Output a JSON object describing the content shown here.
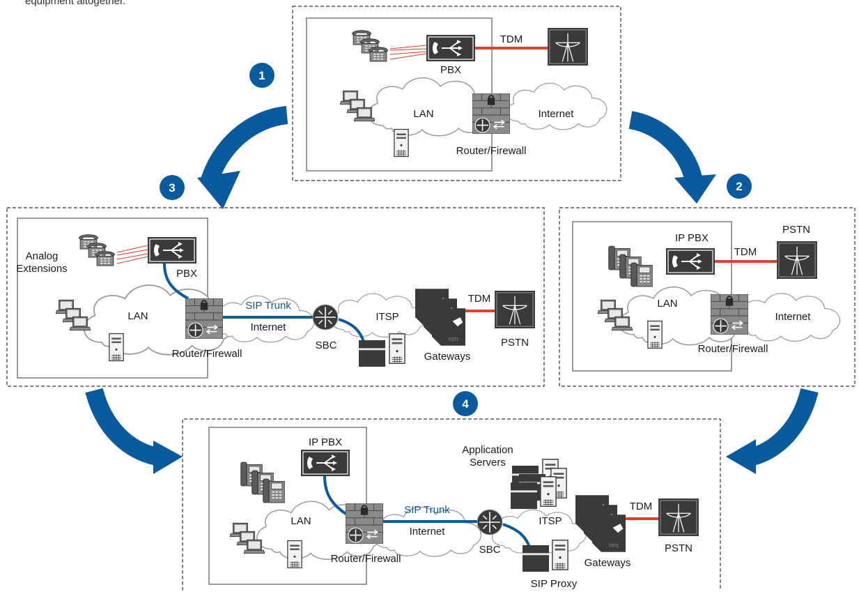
{
  "intro_text": "equipment altogether.",
  "steps": [
    "1",
    "2",
    "3",
    "4"
  ],
  "panel1": {
    "pbx": "PBX",
    "tdm": "TDM",
    "lan": "LAN",
    "internet": "Internet",
    "router": "Router/Firewall"
  },
  "panel2": {
    "ip_pbx": "IP PBX",
    "tdm": "TDM",
    "pstn": "PSTN",
    "lan": "LAN",
    "internet": "Internet",
    "router": "Router/Firewall"
  },
  "panel3": {
    "analog_1": "Analog",
    "analog_2": "Extensions",
    "pbx": "PBX",
    "lan": "LAN",
    "sip_trunk": "SIP Trunk",
    "internet": "Internet",
    "router": "Router/Firewall",
    "sbc": "SBC",
    "itsp": "ITSP",
    "tdm": "TDM",
    "gateways": "Gateways",
    "pstn": "PSTN"
  },
  "panel4": {
    "ip_pbx": "IP PBX",
    "lan": "LAN",
    "sip_trunk": "SIP Trunk",
    "internet": "Internet",
    "router": "Router/Firewall",
    "app_servers_1": "Application",
    "app_servers_2": "Servers",
    "sbc": "SBC",
    "itsp": "ITSP",
    "tdm": "TDM",
    "gateways": "Gateways",
    "pstn": "PSTN",
    "sip_proxy": "SIP Proxy"
  },
  "colors": {
    "accent_blue": "#0a5aa0",
    "tdm_red": "#e2402a",
    "device_dark": "#3a3a3a",
    "border_gray": "#9a9a9a"
  }
}
